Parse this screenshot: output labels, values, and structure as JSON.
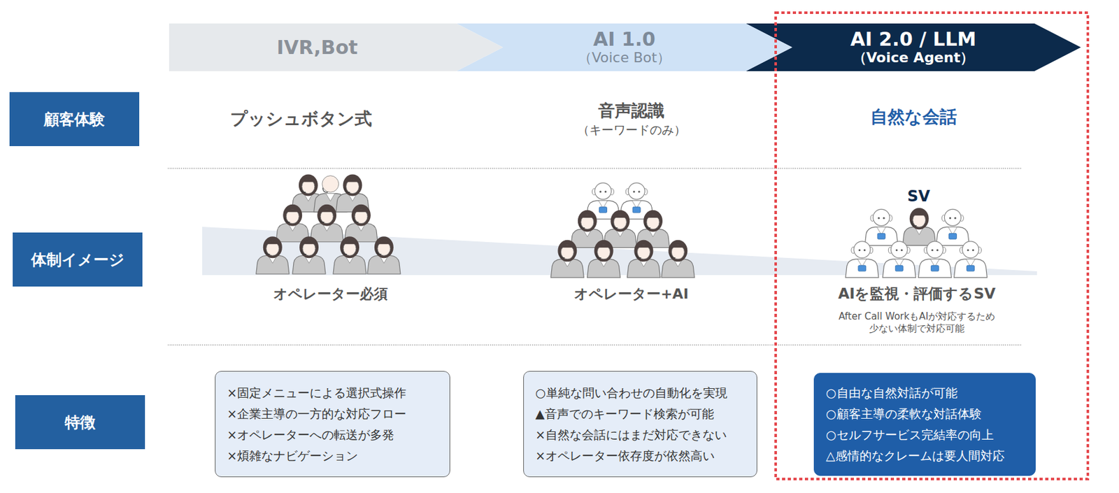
{
  "diagram": {
    "nodes": [
      {
        "text": [
          "IVR,Bot"
        ]
      },
      {
        "text": [
          "AI 1.0",
          "（Voice Bot）"
        ]
      },
      {
        "text": [
          "AI 2.0 / LLM",
          "（Voice Agent）"
        ]
      },
      {
        "text": [
          "顧客体験"
        ]
      },
      {
        "text": [
          "体制イメージ"
        ]
      },
      {
        "text": [
          "特徴"
        ]
      },
      {
        "text": [
          "×固定メニューによる選択式操作",
          "×企業主導の一方的な対応フロー",
          "×オペレーターへの転送が多発",
          "×煩雑なナビゲーション"
        ]
      },
      {
        "text": [
          "○単純な問い合わせの自動化を実現",
          "▲音声でのキーワード検索が可能",
          "×自然な会話にはまだ対応できない",
          "×オペレーター依存度が依然高い"
        ]
      },
      {
        "text": [
          "○自由な自然対話が可能",
          "○顧客主導の柔軟な対話体験",
          "○セルフサービス完結率の向上",
          "△感情的なクレームは要人間対応"
        ]
      }
    ],
    "labels": [
      "プッシュボタン式",
      "音声認識",
      "（キーワードのみ）",
      "自然な会話",
      "オペレーター必須",
      "オペレーター+AI",
      "SV",
      "AIを監視・評価するSV",
      "After Call WorkもAIが対応するため 少ない体制で対応可能"
    ]
  }
}
